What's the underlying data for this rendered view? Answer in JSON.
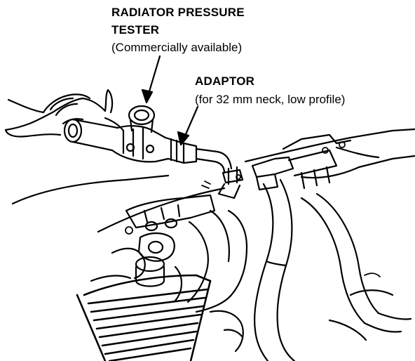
{
  "labels": {
    "tester_line1": "RADIATOR PRESSURE",
    "tester_line2": "TESTER",
    "tester_note": "(Commercially available)",
    "adaptor_title": "ADAPTOR",
    "adaptor_note": "(for 32 mm neck, low profile)"
  },
  "colors": {
    "ink": "#000000",
    "paper": "#ffffff"
  }
}
